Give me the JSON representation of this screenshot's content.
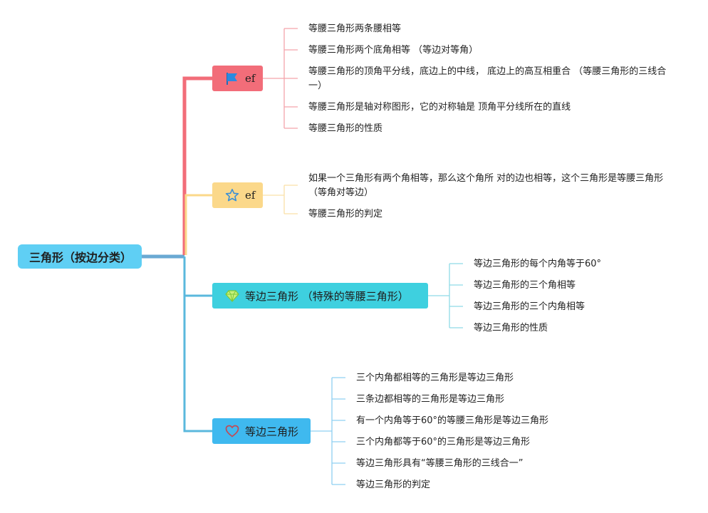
{
  "root": {
    "label": "三角形（按边分类）"
  },
  "branches": [
    {
      "label": "ef",
      "icon": "flag-icon",
      "color": "#f26d79",
      "leaves": [
        "等腰三角形两条腰相等",
        "等腰三角形两个底角相等 （等边对等角）",
        "等腰三角形的顶角平分线，底边上的中线， 底边上的高互相重合 （等腰三角形的三线合一）",
        "等腰三角形是轴对称图形，它的对称轴是 顶角平分线所在的直线",
        "等腰三角形的性质"
      ]
    },
    {
      "label": "ef",
      "icon": "star-icon",
      "color": "#fbd88a",
      "leaves": [
        "如果一个三角形有两个角相等，那么这个角所 对的边也相等，这个三角形是等腰三角形 （等角对等边）",
        "等腰三角形的判定"
      ]
    },
    {
      "label": "等边三角形 （特殊的等腰三角形）",
      "icon": "diamond-icon",
      "color": "#3ed0df",
      "leaves": [
        "等边三角形的每个内角等于60°",
        "等边三角形的三个角相等",
        "等边三角形的三个内角相等",
        "等边三角形的性质"
      ]
    },
    {
      "label": "等边三角形",
      "icon": "heart-icon",
      "color": "#3fb9ef",
      "leaves": [
        "三个内角都相等的三角形是等边三角形",
        "三条边都相等的三角形是等边三角形",
        "有一个内角等于60°的等腰三角形是等边三角形",
        "三个内角都等于60°的三角形是等边三角形",
        "等边三角形具有“等腰三角形的三线合一”",
        "等边三角形的判定"
      ]
    }
  ]
}
